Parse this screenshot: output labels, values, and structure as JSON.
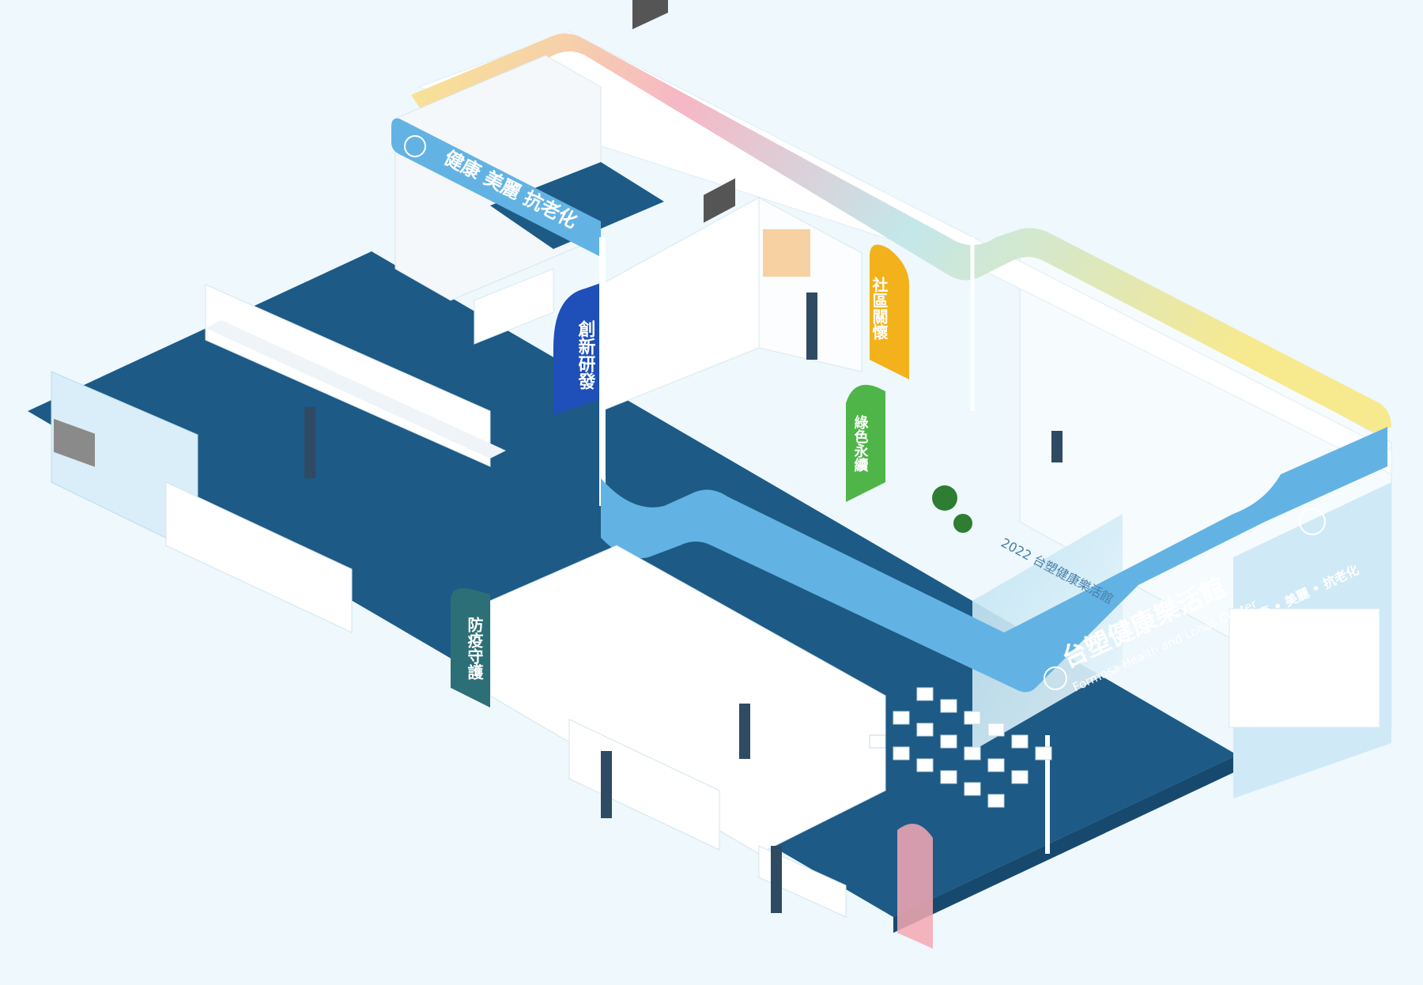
{
  "signs": {
    "header_top": "健康 美麗 抗老化",
    "innovation": "創新研發",
    "community": "社區關懷",
    "green": "綠色永續",
    "epidemic": "防疫守護",
    "main_cn": "台塑健康樂活館",
    "main_en": "Formosa Health and Lohas Center",
    "side_tagline": "健康 • 美麗 • 抗老化",
    "year_banner": "2022 台塑健康樂活館"
  },
  "colors": {
    "background": "#eef8fd",
    "carpet": "#1d5a86",
    "wall": "#ffffff",
    "accent_blue": "#62b3e3",
    "innovation_panel": "#1f4fb8",
    "community_panel": "#f3b21b",
    "green_panel": "#4fb548",
    "epidemic_panel": "#2c6f77",
    "rainbow": [
      "#f7e98e",
      "#f6b7c6",
      "#bfe6e8",
      "#f7e98e"
    ]
  },
  "icons": [
    "heart-logo-icon"
  ]
}
